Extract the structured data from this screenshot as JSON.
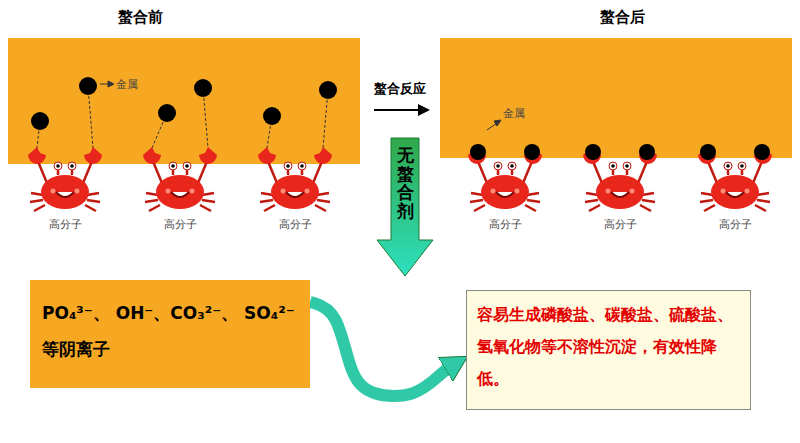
{
  "diagram": {
    "nodes": [
      {
        "text": [
          "PO₄³⁻、 OH⁻、CO₃²⁻、 SO₄²⁻等阴离子"
        ]
      },
      {
        "text": [
          "容易生成磷酸盐、碳酸盐、硫酸盐、氢氧化物等不溶性沉淀，有效性降低。"
        ]
      }
    ],
    "edges": [
      {
        "from": 0,
        "to": 1,
        "arrow": "to"
      }
    ],
    "labels": [
      "螯合前",
      "螯合后",
      "金属",
      "金属",
      "螯合反应",
      "无螯合剂",
      "高分子",
      "高分子",
      "高分子",
      "高分子",
      "高分子",
      "高分子"
    ]
  }
}
